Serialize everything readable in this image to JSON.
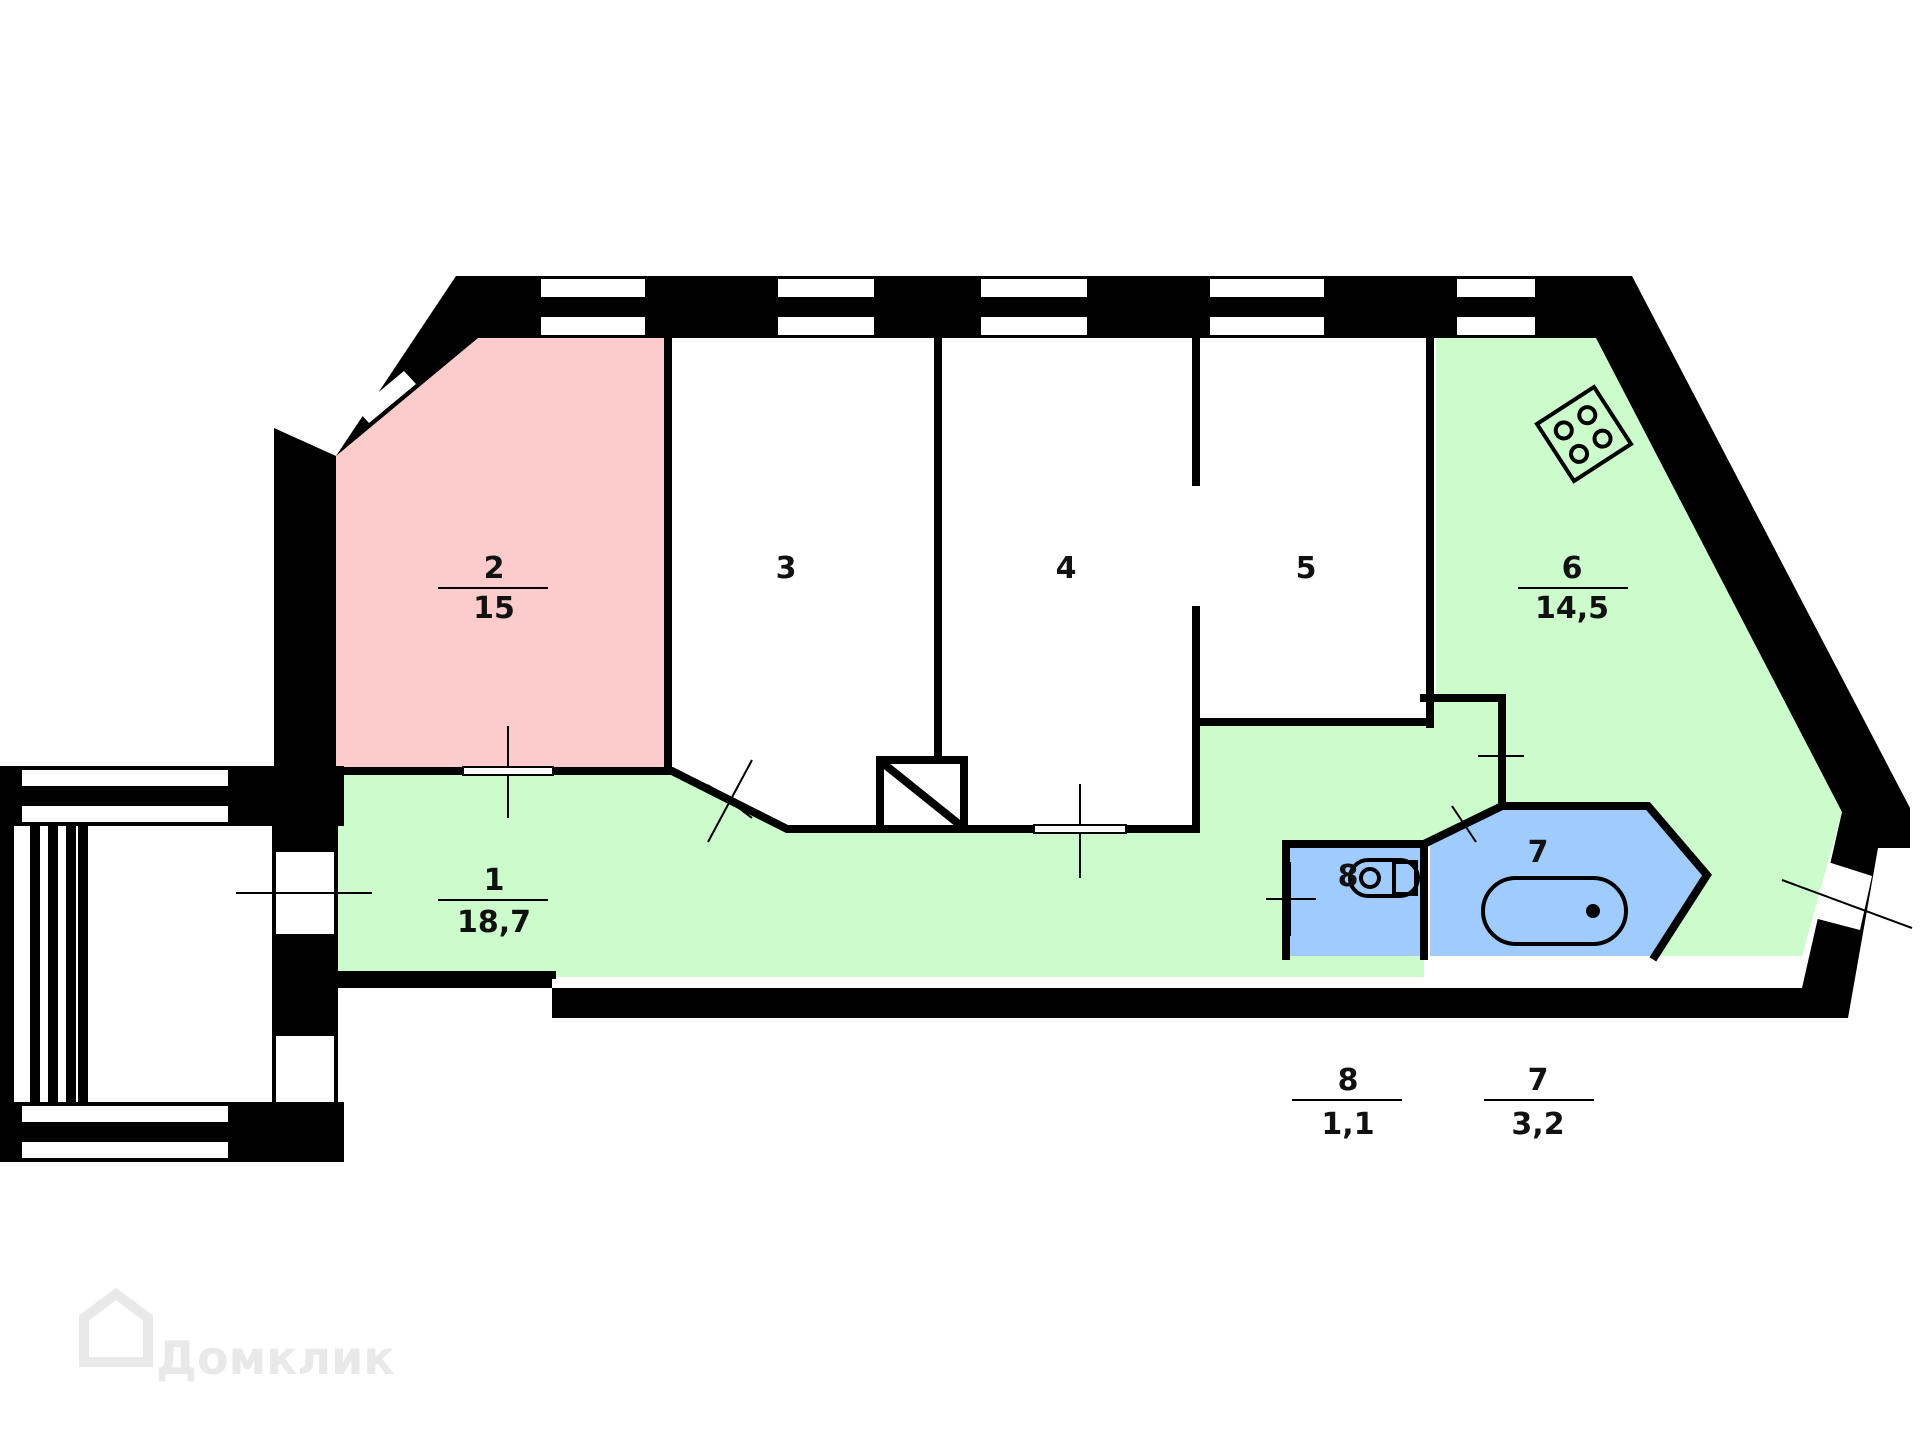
{
  "colors": {
    "living": "#fccccc",
    "utility": "#ccfccc",
    "wet": "#9fccfc",
    "wall": "#000000",
    "window": "#ffffff",
    "watermark": "#e9e9e9"
  },
  "rooms": [
    {
      "number": "1",
      "area": "18,7",
      "type": "utility"
    },
    {
      "number": "2",
      "area": "15",
      "type": "living"
    },
    {
      "number": "3",
      "area": "",
      "type": "none"
    },
    {
      "number": "4",
      "area": "",
      "type": "none"
    },
    {
      "number": "5",
      "area": "",
      "type": "none"
    },
    {
      "number": "6",
      "area": "14,5",
      "type": "utility"
    },
    {
      "number": "7",
      "area": "",
      "type": "wet"
    },
    {
      "number": "8",
      "area": "",
      "type": "wet"
    }
  ],
  "legend": [
    {
      "number": "8",
      "area": "1,1"
    },
    {
      "number": "7",
      "area": "3,2"
    }
  ],
  "icons": [
    "stove-icon",
    "toilet-icon",
    "bathtub-icon",
    "logo-house-icon"
  ],
  "watermark": "Домклик"
}
